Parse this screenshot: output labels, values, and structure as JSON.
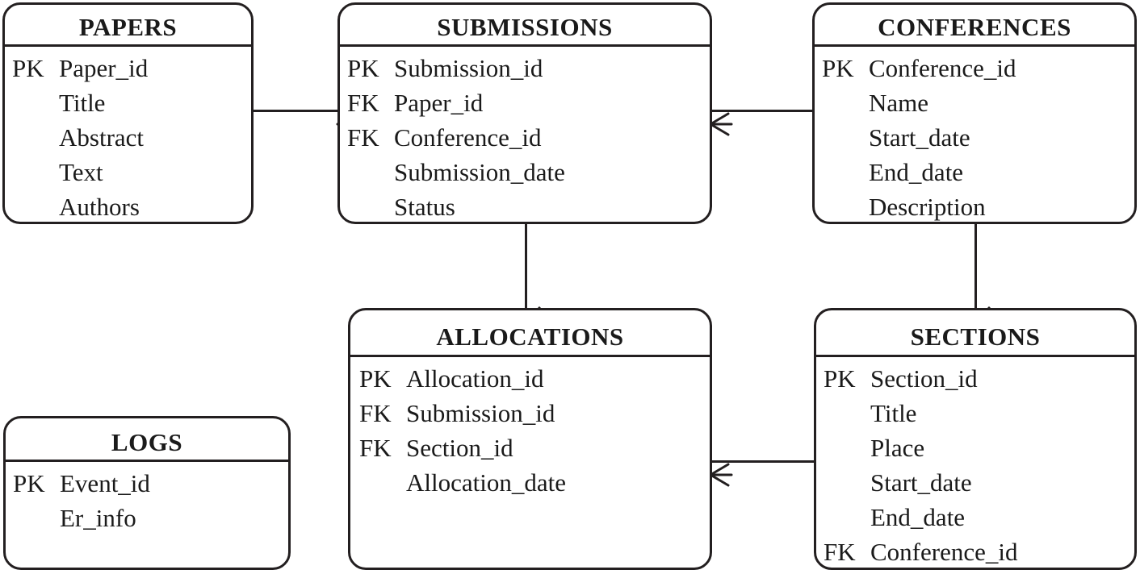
{
  "diagram": {
    "type": "entity-relationship-diagram",
    "notation": "crow's foot",
    "colors": {
      "stroke": "#231f20",
      "background": "#ffffff",
      "text": "#1a1a1a"
    }
  },
  "entities": [
    {
      "id": "papers",
      "title": "PAPERS",
      "attributes": [
        {
          "key": "PK",
          "name": "Paper_id"
        },
        {
          "key": "",
          "name": "Title"
        },
        {
          "key": "",
          "name": "Abstract"
        },
        {
          "key": "",
          "name": "Text"
        },
        {
          "key": "",
          "name": "Authors"
        }
      ]
    },
    {
      "id": "submissions",
      "title": "SUBMISSIONS",
      "attributes": [
        {
          "key": "PK",
          "name": "Submission_id"
        },
        {
          "key": "FK",
          "name": "Paper_id"
        },
        {
          "key": "FK",
          "name": "Conference_id"
        },
        {
          "key": "",
          "name": "Submission_date"
        },
        {
          "key": "",
          "name": "Status"
        }
      ]
    },
    {
      "id": "conferences",
      "title": "CONFERENCES",
      "attributes": [
        {
          "key": "PK",
          "name": "Conference_id"
        },
        {
          "key": "",
          "name": "Name"
        },
        {
          "key": "",
          "name": "Start_date"
        },
        {
          "key": "",
          "name": "End_date"
        },
        {
          "key": "",
          "name": "Description"
        }
      ]
    },
    {
      "id": "allocations",
      "title": "ALLOCATIONS",
      "attributes": [
        {
          "key": "PK",
          "name": "Allocation_id"
        },
        {
          "key": "FK",
          "name": "Submission_id"
        },
        {
          "key": "FK",
          "name": "Section_id"
        },
        {
          "key": "",
          "name": "Allocation_date"
        }
      ]
    },
    {
      "id": "sections",
      "title": "SECTIONS",
      "attributes": [
        {
          "key": "PK",
          "name": "Section_id"
        },
        {
          "key": "",
          "name": "Title"
        },
        {
          "key": "",
          "name": "Place"
        },
        {
          "key": "",
          "name": "Start_date"
        },
        {
          "key": "",
          "name": "End_date"
        },
        {
          "key": "FK",
          "name": "Conference_id"
        }
      ]
    },
    {
      "id": "logs",
      "title": "LOGS",
      "attributes": [
        {
          "key": "PK",
          "name": "Event_id"
        },
        {
          "key": "",
          "name": "Er_info"
        }
      ]
    }
  ],
  "relationships": [
    {
      "id": "papers-submissions",
      "from": "PAPERS",
      "to": "SUBMISSIONS",
      "many_at": "SUBMISSIONS"
    },
    {
      "id": "conferences-submissions",
      "from": "CONFERENCES",
      "to": "SUBMISSIONS",
      "many_at": "SUBMISSIONS"
    },
    {
      "id": "submissions-allocations",
      "from": "SUBMISSIONS",
      "to": "ALLOCATIONS",
      "many_at": "ALLOCATIONS"
    },
    {
      "id": "conferences-sections",
      "from": "CONFERENCES",
      "to": "SECTIONS",
      "many_at": "SECTIONS"
    },
    {
      "id": "sections-allocations",
      "from": "SECTIONS",
      "to": "ALLOCATIONS",
      "many_at": "ALLOCATIONS"
    }
  ]
}
